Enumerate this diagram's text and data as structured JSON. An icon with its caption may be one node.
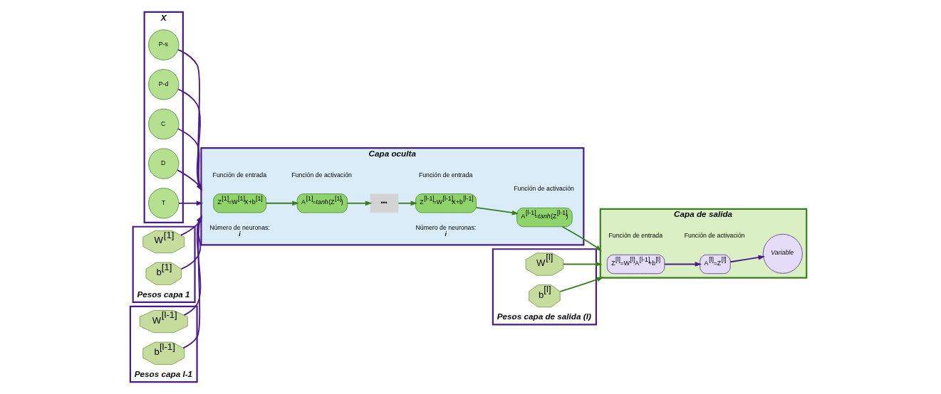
{
  "diagram": {
    "nodes": [
      {
        "text": [
          "X"
        ]
      },
      {
        "text": [
          "T"
        ],
        "in": 0
      },
      {
        "text": [
          "D"
        ],
        "in": 0
      },
      {
        "text": [
          "C"
        ],
        "in": 0
      },
      {
        "text": [
          "P-d"
        ],
        "in": 0
      },
      {
        "text": [
          "P-s"
        ],
        "in": 0
      },
      {
        "text": [
          "Capa oculta"
        ]
      },
      {
        "text": [
          "Z$^{[1]}$=W$^{[1]}$X+b$^{[1]}$"
        ],
        "in": 6,
        "beside": [
          "Función de entrada"
        ]
      },
      {
        "text": [
          "A$^{[1]}$=*tanh*(Z$^{[1]}$)"
        ],
        "in": 6,
        "beside": [
          "Función de activación"
        ]
      },
      {
        "text": [
          "•••"
        ],
        "in": 6
      },
      {
        "text": [
          "Z$^{[l-1]}$=W$^{[l-1]}$X+b$^{[l-1]}$"
        ],
        "in": 6,
        "beside": [
          "Función de entrada"
        ]
      },
      {
        "text": [
          "A$^{[l-1]}$=*tanh*(Z$^{[l-1]}$)"
        ],
        "in": 6,
        "beside": [
          "Función de activación"
        ]
      },
      {
        "text": [
          "Capa de salida"
        ]
      },
      {
        "text": [
          "Z$^{[l]}$=W$^{[l]}$A$^{[l-1]}$+b$^{[l]}$"
        ],
        "in": 12,
        "beside": [
          "Función de entrada"
        ]
      },
      {
        "text": [
          "A$^{[l]}$=Z$^{[l]}$"
        ],
        "in": 12,
        "beside": [
          "Función de activación"
        ]
      },
      {
        "text": [
          "Variable"
        ],
        "in": 12
      },
      {
        "text": [
          "Pesos capa 1"
        ]
      },
      {
        "text": [
          "W$^{[1]}$"
        ],
        "in": 16
      },
      {
        "text": [
          "b$^{[1]}$"
        ],
        "in": 16
      },
      {
        "text": [
          "Pesos capa l-1"
        ]
      },
      {
        "text": [
          "W$^{[l-1]}$"
        ],
        "in": 19
      },
      {
        "text": [
          "b$^{[l-1]}$"
        ],
        "in": 19
      },
      {
        "text": [
          "Pesos capa de salida (l)"
        ]
      },
      {
        "text": [
          "W$^{[l]}$"
        ],
        "in": 22
      },
      {
        "text": [
          "b$^{[l]}$"
        ],
        "in": 22
      }
    ],
    "edges": [
      {
        "from": 1,
        "to": 6,
        "arrow": "to"
      },
      {
        "from": 2,
        "to": 6,
        "arrow": "to"
      },
      {
        "from": 3,
        "to": 6,
        "arrow": "to"
      },
      {
        "from": 4,
        "to": 6,
        "arrow": "to"
      },
      {
        "from": 5,
        "to": 6,
        "arrow": "to"
      },
      {
        "from": 7,
        "to": 8,
        "arrow": "to",
        "color": "#3c7d1e"
      },
      {
        "from": 8,
        "to": 9,
        "arrow": "to",
        "color": "#3c7d1e"
      },
      {
        "from": 9,
        "to": 10,
        "arrow": "to",
        "color": "#3c7d1e"
      },
      {
        "from": 10,
        "to": 11,
        "arrow": "to",
        "color": "#3c7d1e"
      },
      {
        "from": 11,
        "to": 12,
        "arrow": "to",
        "color": "#3c7d1e"
      },
      {
        "from": 13,
        "to": 14,
        "arrow": "to"
      },
      {
        "from": 14,
        "to": 15,
        "arrow": "to"
      },
      {
        "from": 17,
        "to": 6,
        "arrow": "to"
      },
      {
        "from": 18,
        "to": 6,
        "arrow": "to"
      },
      {
        "from": 20,
        "to": 6,
        "arrow": "to"
      },
      {
        "from": 21,
        "to": 6,
        "arrow": "to"
      },
      {
        "from": 23,
        "to": 12,
        "arrow": "to",
        "color": "#3c7d1e"
      },
      {
        "from": 24,
        "to": 12,
        "arrow": "to",
        "color": "#3c7d1e"
      }
    ],
    "labels": [
      "Número de neuronas:",
      "i",
      "Número de neuronas:",
      "i"
    ]
  }
}
